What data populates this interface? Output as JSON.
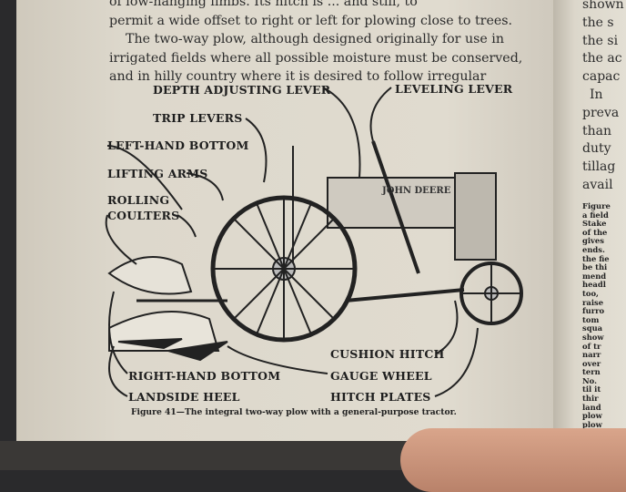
{
  "body_text": {
    "lines": [
      "of low-hanging limbs.  Its hitch is ... and still, to",
      "permit a wide offset to right or left for plowing close to trees.",
      "The two-way plow, although designed originally for use in",
      "irrigated fields where all possible moisture must be conserved,",
      "and in hilly country where it is desired to follow irregular"
    ]
  },
  "figure": {
    "tractor_brand": "JOHN DEERE",
    "labels": {
      "depth_adjusting_lever": "DEPTH ADJUSTING LEVER",
      "leveling_lever": "LEVELING LEVER",
      "trip_levers": "TRIP LEVERS",
      "left_hand_bottom": "LEFT-HAND BOTTOM",
      "lifting_arms": "LIFTING ARMS",
      "rolling_coulters_1": "ROLLING",
      "rolling_coulters_2": "COULTERS",
      "cushion_hitch": "CUSHION HITCH",
      "right_hand_bottom": "RIGHT-HAND BOTTOM",
      "gauge_wheel": "GAUGE WHEEL",
      "landside_heel": "LANDSIDE HEEL",
      "hitch_plates": "HITCH PLATES"
    },
    "caption": "Figure 41—The integral two-way plow with a general-purpose tractor."
  },
  "right_page": {
    "lines": [
      "shown",
      "the s",
      "the si",
      "the ac",
      "capac",
      "In",
      "preva",
      "than",
      "duty",
      "tillag",
      "avail"
    ],
    "small_lines": [
      "Figure",
      "a field",
      "Stake",
      "of the",
      "gives",
      "ends.",
      "the fie",
      "be thi",
      "mend",
      "headl",
      "too,",
      "raise",
      "furro",
      "tom",
      "squa",
      "show",
      "of tr",
      "narr",
      "over",
      "tern",
      "No.",
      "til it",
      "thir",
      "land",
      "plow",
      "plow"
    ]
  }
}
